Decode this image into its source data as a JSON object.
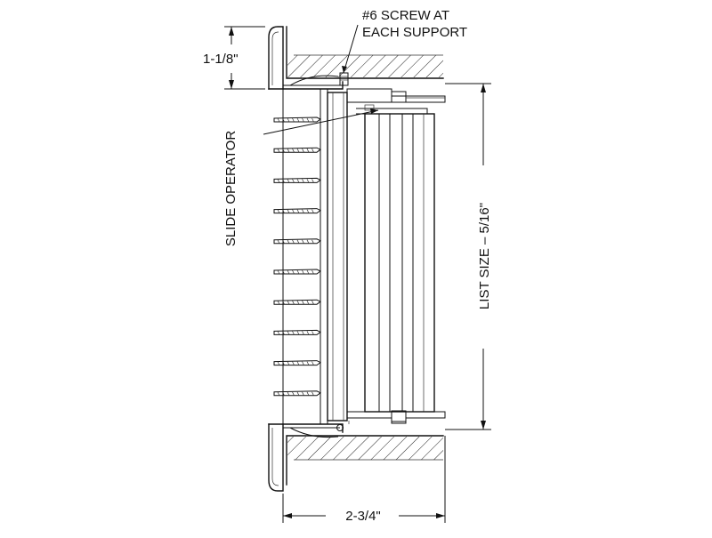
{
  "labels": {
    "screw_note_line1": "#6 SCREW AT",
    "screw_note_line2": "EACH SUPPORT",
    "slide_operator": "SLIDE OPERATOR",
    "list_size": "LIST SIZE – 5/16\"",
    "dim_top": "1-1/8\"",
    "dim_bottom": "2-3/4\""
  },
  "blade_count": 10,
  "damper_plates": 4
}
